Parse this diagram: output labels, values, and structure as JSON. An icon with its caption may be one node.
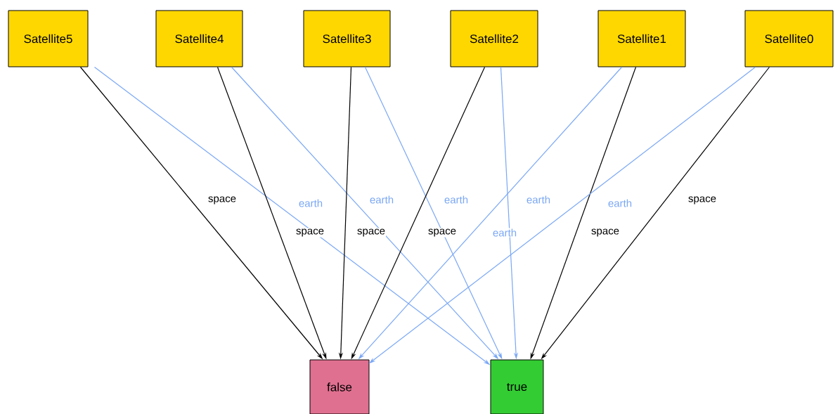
{
  "diagram": {
    "nodes": [
      {
        "text": [
          "Satellite5"
        ]
      },
      {
        "text": [
          "Satellite4"
        ]
      },
      {
        "text": [
          "Satellite3"
        ]
      },
      {
        "text": [
          "Satellite2"
        ]
      },
      {
        "text": [
          "Satellite1"
        ]
      },
      {
        "text": [
          "Satellite0"
        ]
      },
      {
        "text": [
          "false"
        ]
      },
      {
        "text": [
          "true"
        ]
      }
    ],
    "edges": [
      {
        "from": 0,
        "to": 6,
        "arrow": "to",
        "label": "space"
      },
      {
        "from": 0,
        "to": 7,
        "arrow": "to",
        "label": "earth",
        "color": "#7aa7f5"
      },
      {
        "from": 1,
        "to": 6,
        "arrow": "to",
        "label": "space"
      },
      {
        "from": 1,
        "to": 7,
        "arrow": "to",
        "label": "earth",
        "color": "#7aa7f5"
      },
      {
        "from": 2,
        "to": 6,
        "arrow": "to",
        "label": "space"
      },
      {
        "from": 2,
        "to": 7,
        "arrow": "to",
        "label": "earth",
        "color": "#7aa7f5"
      },
      {
        "from": 3,
        "to": 6,
        "arrow": "to",
        "label": "space"
      },
      {
        "from": 3,
        "to": 7,
        "arrow": "to",
        "label": "earth",
        "color": "#7aa7f5"
      },
      {
        "from": 4,
        "to": 6,
        "arrow": "to",
        "label": "earth",
        "color": "#7aa7f5"
      },
      {
        "from": 4,
        "to": 7,
        "arrow": "to",
        "label": "space"
      },
      {
        "from": 5,
        "to": 6,
        "arrow": "to",
        "label": "earth",
        "color": "#7aa7f5"
      },
      {
        "from": 5,
        "to": 7,
        "arrow": "to",
        "label": "space"
      }
    ]
  }
}
